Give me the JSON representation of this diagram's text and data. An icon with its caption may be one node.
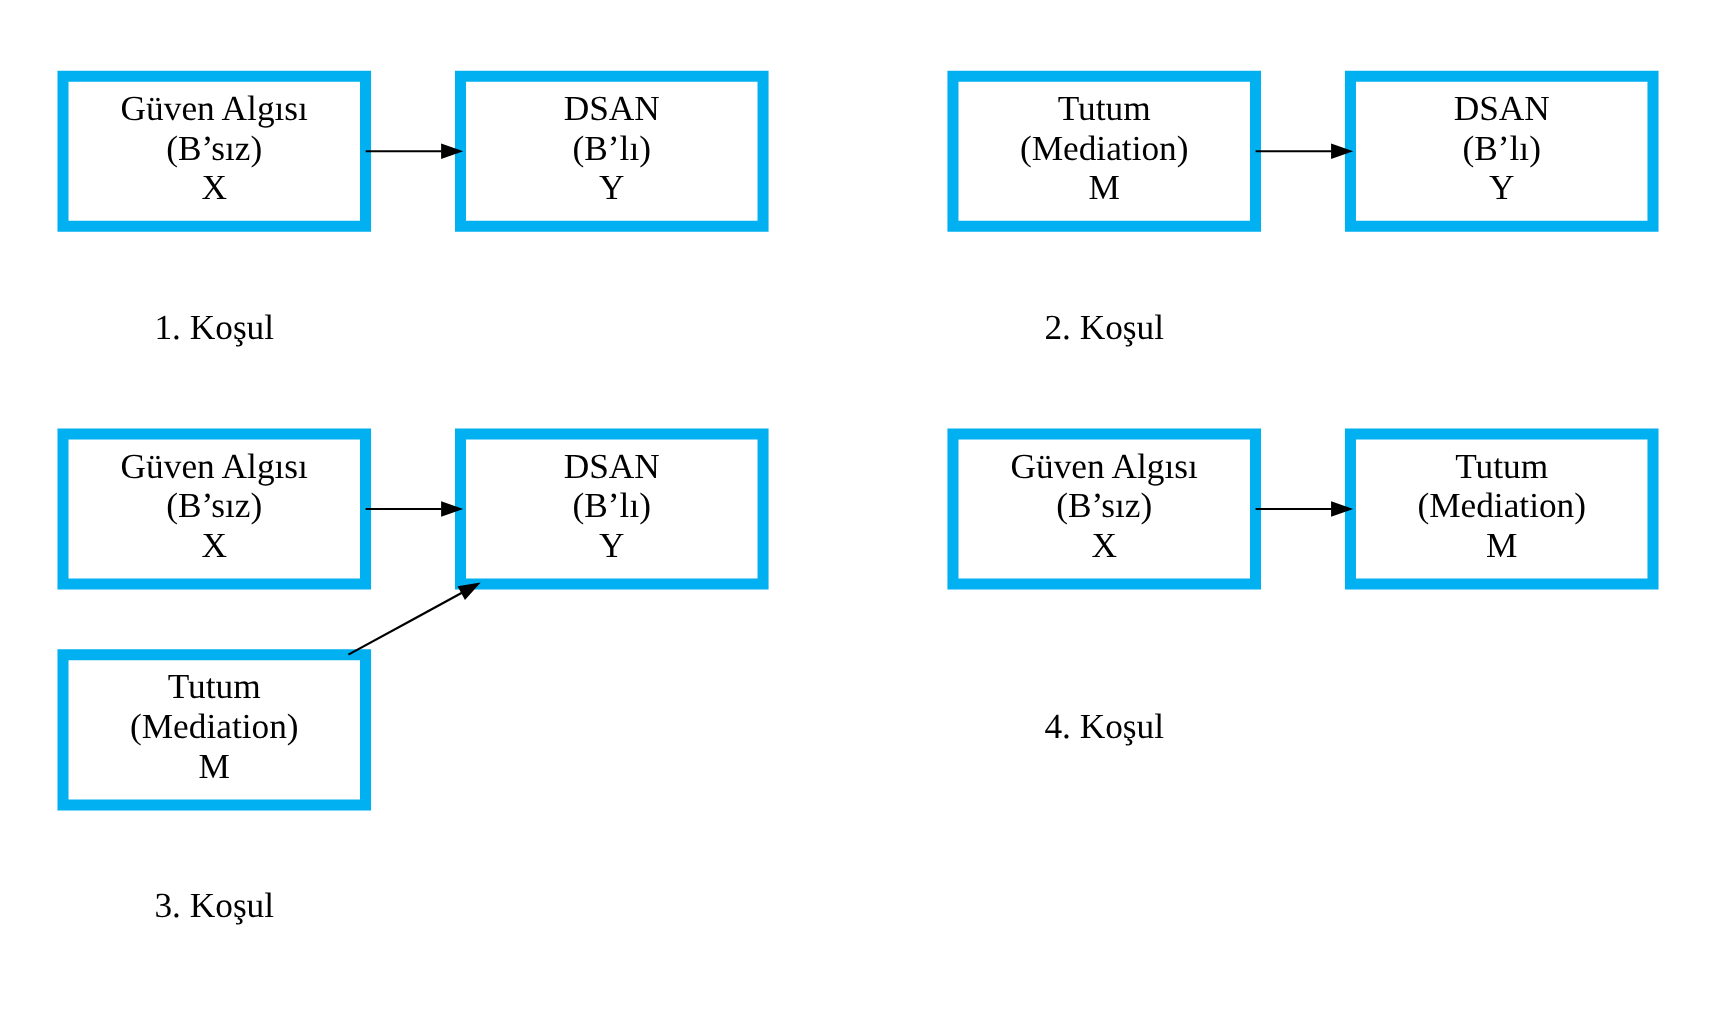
{
  "diagram": {
    "nodes": [
      {
        "text": [
          "Güven Algısı",
          "(B’sız)",
          "X"
        ]
      },
      {
        "text": [
          "DSAN",
          "(B’lı)",
          "Y"
        ]
      },
      {
        "text": [
          "Tutum",
          "(Mediation)",
          "M"
        ]
      },
      {
        "text": [
          "DSAN",
          "(B’lı)",
          "Y"
        ]
      },
      {
        "text": [
          "Güven Algısı",
          "(B’sız)",
          "X"
        ]
      },
      {
        "text": [
          "Tutum",
          "(Mediation)",
          "M"
        ]
      },
      {
        "text": [
          "DSAN",
          "(B’lı)",
          "Y"
        ]
      },
      {
        "text": [
          "Güven Algısı",
          "(B’sız)",
          "X"
        ]
      },
      {
        "text": [
          "Tutum",
          "(Mediation)",
          "M"
        ]
      }
    ],
    "edges": [
      {
        "from": 0,
        "to": 1,
        "arrow": "to"
      },
      {
        "from": 2,
        "to": 3,
        "arrow": "to"
      },
      {
        "from": 4,
        "to": 6,
        "arrow": "to"
      },
      {
        "from": 5,
        "to": 6,
        "arrow": "to"
      },
      {
        "from": 7,
        "to": 8,
        "arrow": "to"
      }
    ],
    "labels": [
      "1. Koşul",
      "2. Koşul",
      "3. Koşul",
      "4. Koşul"
    ]
  }
}
